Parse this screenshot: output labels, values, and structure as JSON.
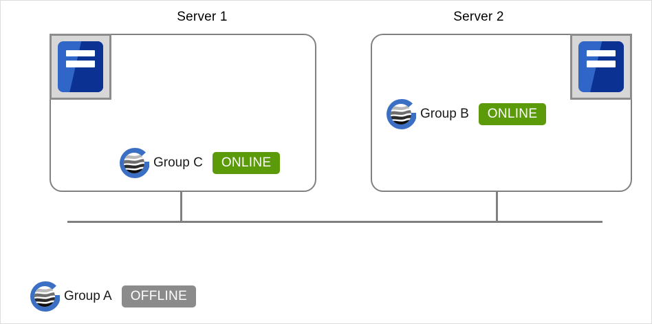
{
  "page": {
    "background_color": "#ffffff",
    "border_color": "#dcdcdc",
    "line_color": "#808080"
  },
  "colors": {
    "online_badge": "#5b9b0a",
    "offline_badge": "#8b8b8b",
    "badge_text": "#ffffff",
    "server_icon_blue": "#2f66c8",
    "server_icon_blue_dark": "#0b3192",
    "server_icon_frame": "#8c8c8c",
    "server_icon_fill": "#d7d7d7",
    "logo_ring_blue": "#3b6fc4",
    "text": "#1a1a1a"
  },
  "servers": [
    {
      "title": "Server 1",
      "icon_name": "server-machine-icon",
      "icon_position": "top-left",
      "groups": [
        {
          "logo_name": "group-globe-logo",
          "label": "Group  C",
          "status": "ONLINE",
          "status_state": "online"
        }
      ]
    },
    {
      "title": "Server 2",
      "icon_name": "server-machine-icon",
      "icon_position": "top-right",
      "groups": [
        {
          "logo_name": "group-globe-logo",
          "label": "Group  B",
          "status": "ONLINE",
          "status_state": "online"
        }
      ]
    }
  ],
  "unassigned": {
    "logo_name": "group-globe-logo",
    "label": "Group A",
    "status": "OFFLINE",
    "status_state": "offline"
  }
}
